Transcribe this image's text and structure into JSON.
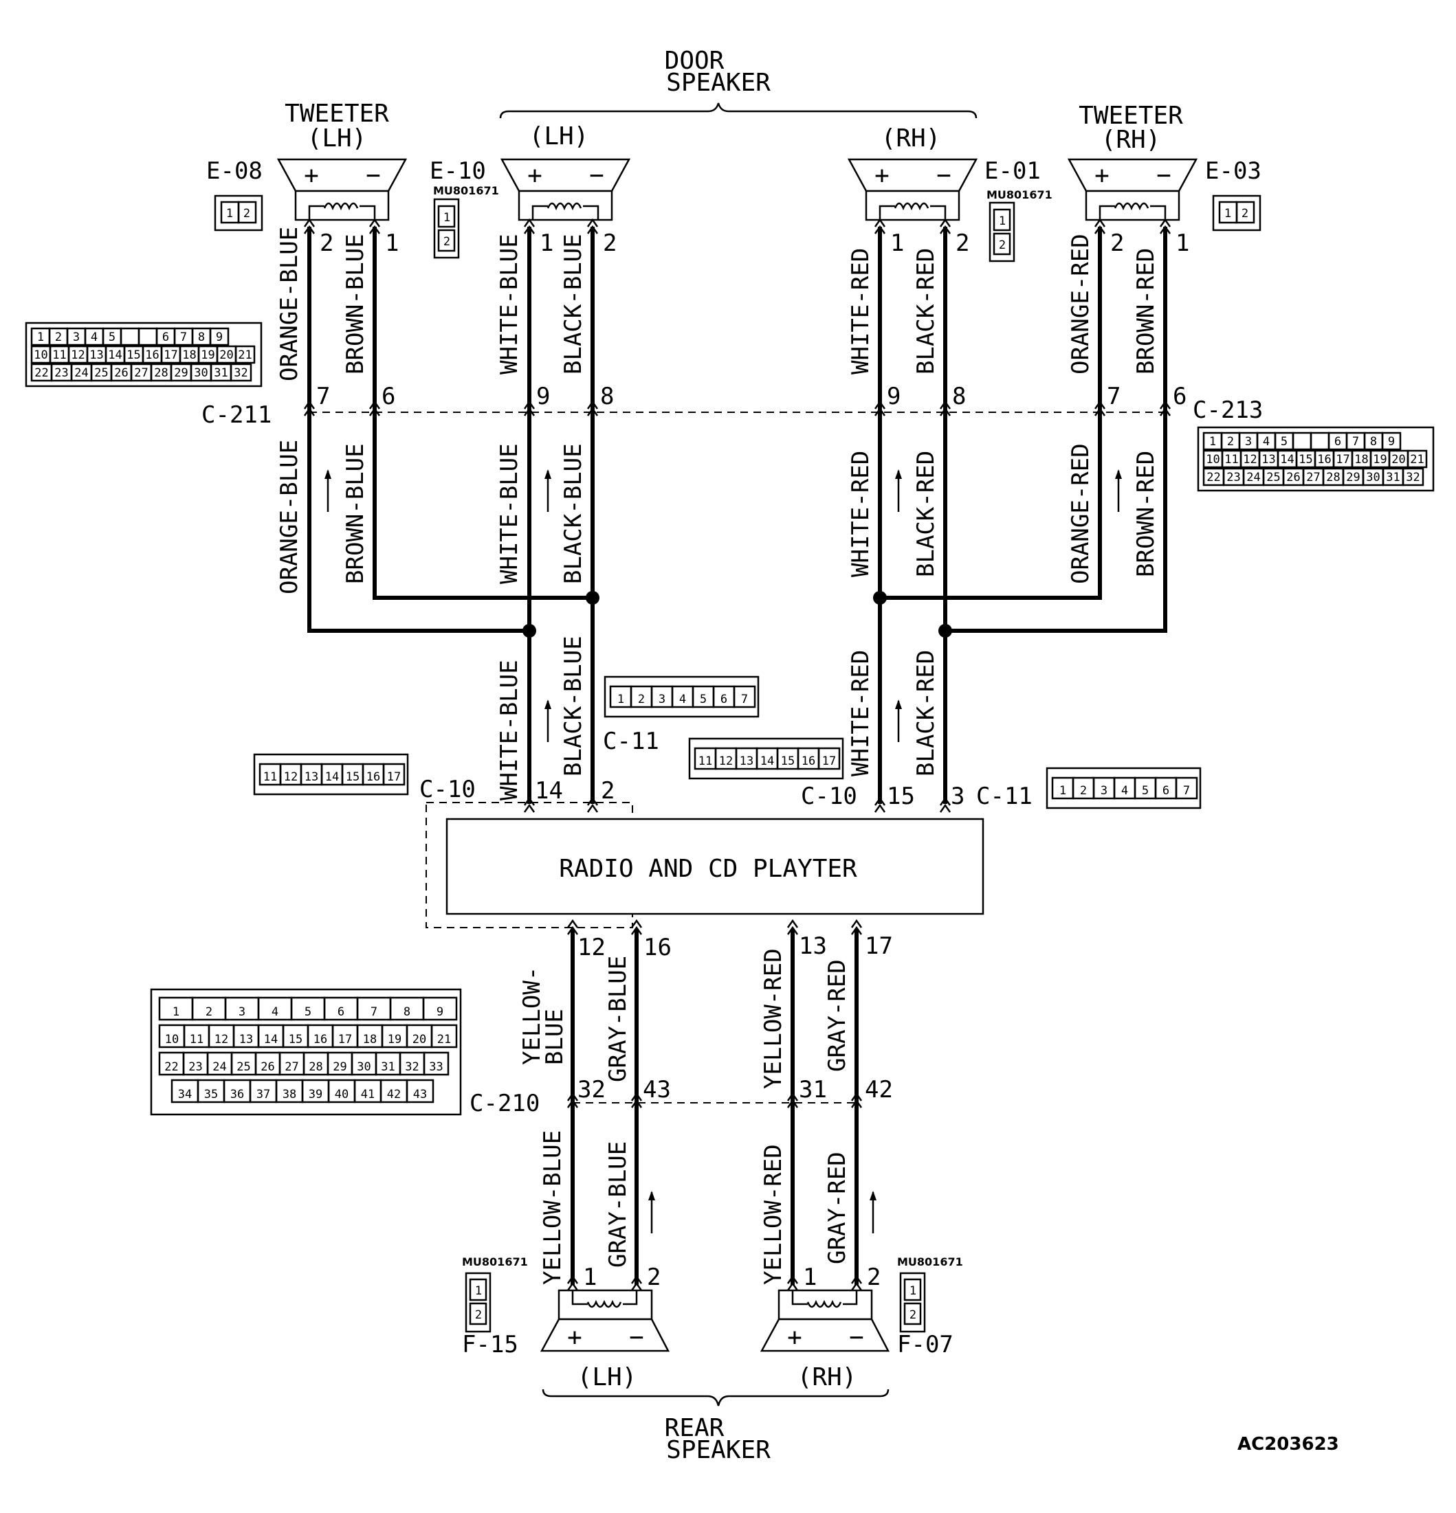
{
  "door_speaker": {
    "title_line1": "DOOR",
    "title_line2": "SPEAKER",
    "lh": {
      "side": "(LH)",
      "conn": "E-10",
      "pin_plus": "1",
      "pin_minus": "2",
      "part": "MU801671"
    },
    "rh": {
      "side": "(RH)",
      "conn": "E-01",
      "pin_plus": "1",
      "pin_minus": "2",
      "part": "MU801671"
    }
  },
  "tweeter_lh": {
    "title": "TWEETER",
    "side": "(LH)",
    "conn": "E-08",
    "pin_plus": "2",
    "pin_minus": "1"
  },
  "tweeter_rh": {
    "title": "TWEETER",
    "side": "(RH)",
    "conn": "E-03",
    "pin_plus": "2",
    "pin_minus": "1"
  },
  "rear_speaker": {
    "title_line1": "REAR",
    "title_line2": "SPEAKER",
    "lh": {
      "side": "(LH)",
      "conn": "F-15",
      "pin_plus": "1",
      "pin_minus": "2",
      "part": "MU801671"
    },
    "rh": {
      "side": "(RH)",
      "conn": "F-07",
      "pin_plus": "1",
      "pin_minus": "2",
      "part": "MU801671"
    }
  },
  "symbols": {
    "plus": "+",
    "minus": "−"
  },
  "radio": {
    "label": "RADIO AND CD PLAYTER"
  },
  "connectors": {
    "c211": {
      "id": "C-211",
      "pins": {
        "orange_blue": "7",
        "brown_blue": "6",
        "white_blue": "9",
        "black_blue": "8"
      }
    },
    "c213": {
      "id": "C-213",
      "pins": {
        "white_red": "9",
        "black_red": "8",
        "orange_red": "7",
        "brown_red": "6"
      }
    },
    "c10_left": {
      "id": "C-10",
      "pin": "14"
    },
    "c11_left": {
      "id": "C-11",
      "pin": "2"
    },
    "c10_right": {
      "id": "C-10",
      "pin": "15"
    },
    "c11_right": {
      "id": "C-11",
      "pin": "3"
    },
    "c210": {
      "id": "C-210",
      "pins": {
        "yellow_blue": "32",
        "gray_blue": "43",
        "yellow_red": "31",
        "gray_red": "42"
      }
    },
    "radio_rear_pins": {
      "yellow_blue": "12",
      "gray_blue": "16",
      "yellow_red": "13",
      "gray_red": "17"
    }
  },
  "wires": {
    "orange_blue": "ORANGE-BLUE",
    "brown_blue": "BROWN-BLUE",
    "white_blue": "WHITE-BLUE",
    "black_blue": "BLACK-BLUE",
    "white_red": "WHITE-RED",
    "black_red": "BLACK-RED",
    "orange_red": "ORANGE-RED",
    "brown_red": "BROWN-RED",
    "yellow_blue": "YELLOW-BLUE",
    "yellow_blue_l1": "YELLOW-",
    "yellow_blue_l2": "BLUE",
    "gray_blue": "GRAY-BLUE",
    "yellow_red": "YELLOW-RED",
    "gray_red": "GRAY-RED"
  },
  "connector_faces": {
    "two_pin": [
      "1",
      "2"
    ],
    "c211_213": {
      "row1": [
        "1",
        "2",
        "3",
        "4",
        "5",
        "",
        "",
        "6",
        "7",
        "8",
        "9"
      ],
      "row2": [
        "10",
        "11",
        "12",
        "13",
        "14",
        "15",
        "16",
        "17",
        "18",
        "19",
        "20",
        "21"
      ],
      "row3": [
        "22",
        "23",
        "24",
        "25",
        "26",
        "27",
        "28",
        "29",
        "30",
        "31",
        "32"
      ]
    },
    "c10": [
      "11",
      "12",
      "13",
      "14",
      "15",
      "16",
      "17"
    ],
    "c11": [
      "1",
      "2",
      "3",
      "4",
      "5",
      "6",
      "7"
    ],
    "c210": {
      "row1": [
        "1",
        "2",
        "3",
        "4",
        "5",
        "6",
        "7",
        "8",
        "9"
      ],
      "row2": [
        "10",
        "11",
        "12",
        "13",
        "14",
        "15",
        "16",
        "17",
        "18",
        "19",
        "20",
        "21"
      ],
      "row3": [
        "22",
        "23",
        "24",
        "25",
        "26",
        "27",
        "28",
        "29",
        "30",
        "31",
        "32",
        "33"
      ],
      "row4": [
        "34",
        "35",
        "36",
        "37",
        "38",
        "39",
        "40",
        "41",
        "42",
        "43"
      ]
    }
  },
  "reference": "AC203623"
}
